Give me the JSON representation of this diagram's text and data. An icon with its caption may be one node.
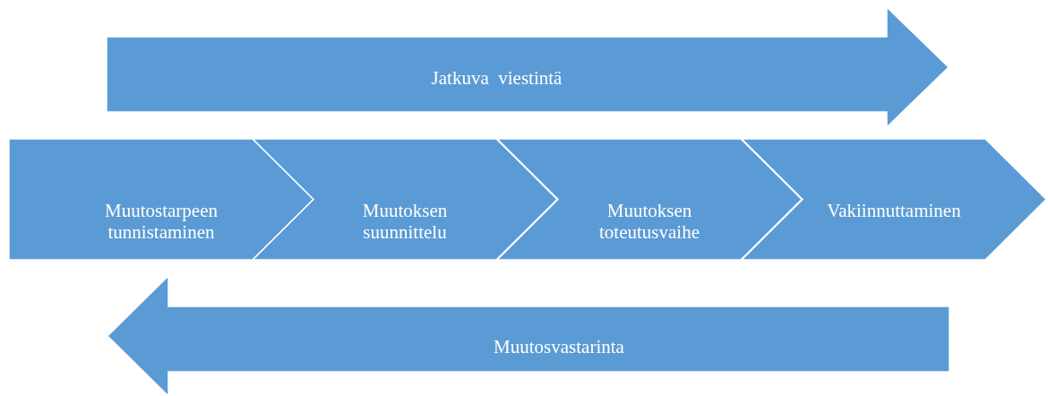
{
  "diagram": {
    "nodes": [
      {
        "text": [
          "Jatkuva  viestintä"
        ]
      },
      {
        "text": [
          "Muutostarpeen tunnistaminen"
        ]
      },
      {
        "text": [
          "Muutoksen suunnittelu"
        ]
      },
      {
        "text": [
          "Muutoksen toteutusvaihe"
        ]
      },
      {
        "text": [
          "Vakiinnuttaminen"
        ]
      },
      {
        "text": [
          "Muutosvastarinta"
        ]
      }
    ]
  }
}
